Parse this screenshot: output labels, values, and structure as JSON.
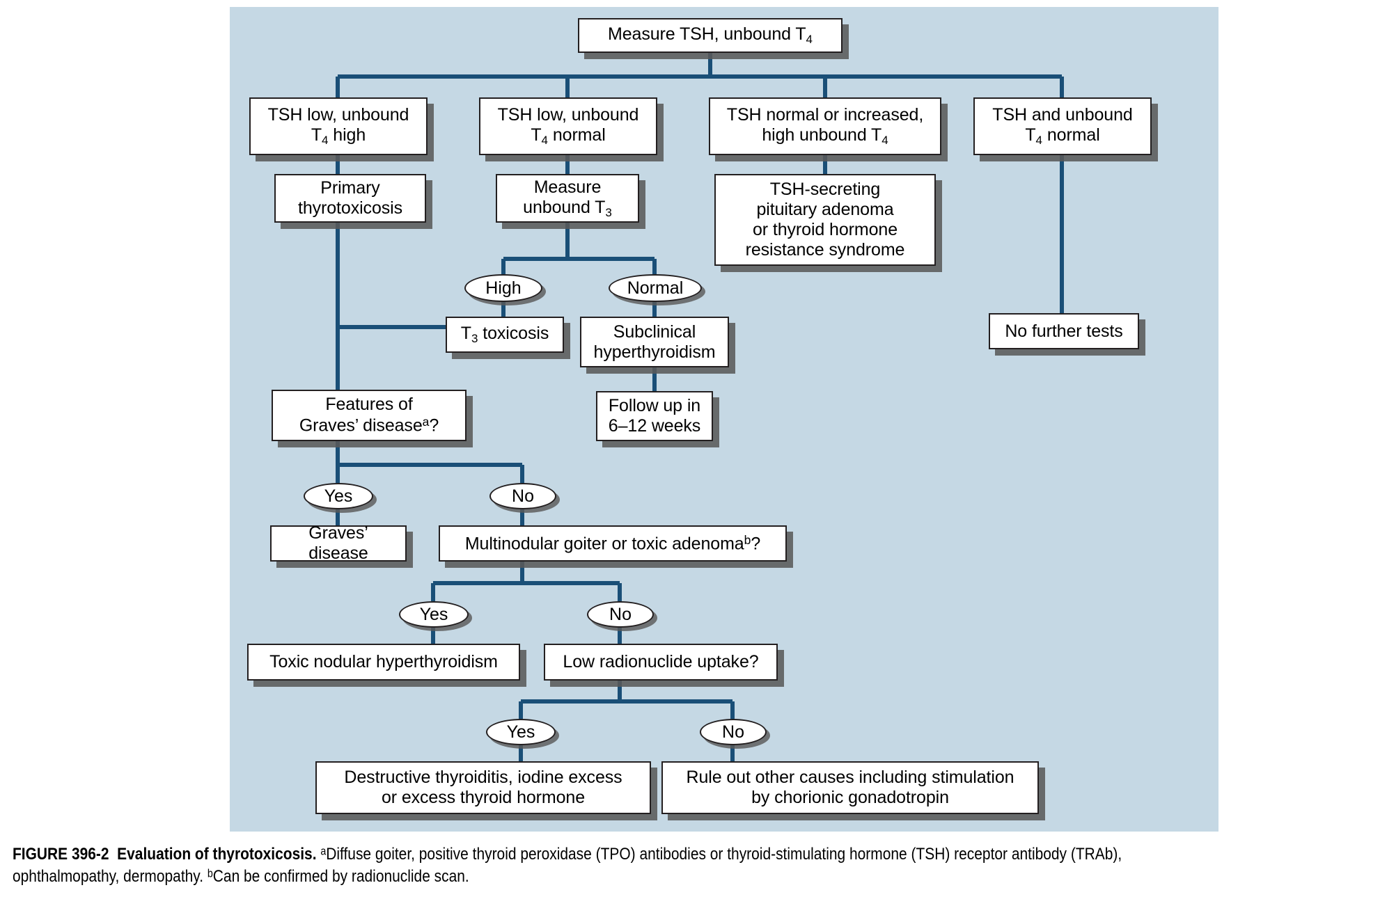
{
  "figure": {
    "panel_color": "#c5d8e4",
    "line_color": "#1a4f77",
    "box_border_color": "#231f20",
    "caption": {
      "label": "FIGURE 396-2",
      "title": "Evaluation of thyrotoxicosis.",
      "note_a_marker": "a",
      "note_a": "Diffuse goiter, positive thyroid peroxidase (TPO) antibodies or thyroid-stimulating hormone (TSH) receptor antibody (TRAb), ophthalmopathy, dermopathy.",
      "note_b_marker": "b",
      "note_b": "Can be confirmed by radionuclide scan."
    }
  },
  "nodes": {
    "root": {
      "line1": "Measure TSH, unbound T",
      "sub1": "4"
    },
    "branch_low_high": {
      "line1": "TSH low, unbound",
      "line2_pre": "T",
      "line2_sub": "4",
      "line2_post": " high"
    },
    "branch_low_normal": {
      "line1": "TSH low, unbound",
      "line2_pre": "T",
      "line2_sub": "4",
      "line2_post": " normal"
    },
    "branch_normal_high": {
      "line1": "TSH normal or increased,",
      "line2_pre": "high unbound T",
      "line2_sub": "4",
      "line2_post": ""
    },
    "branch_both_normal": {
      "line1": "TSH and unbound",
      "line2_pre": "T",
      "line2_sub": "4",
      "line2_post": " normal"
    },
    "primary_thyrotoxicosis": {
      "line1": "Primary",
      "line2": "thyrotoxicosis"
    },
    "measure_t3": {
      "line1": "Measure",
      "line2_pre": "unbound T",
      "line2_sub": "3"
    },
    "pituitary_adenoma": {
      "line1": "TSH-secreting",
      "line2": "pituitary adenoma",
      "line3": "or thyroid hormone",
      "line4": "resistance syndrome"
    },
    "no_further_tests": {
      "line1": "No further tests"
    },
    "t3_toxicosis": {
      "pre": "T",
      "sub": "3",
      "post": " toxicosis"
    },
    "subclinical_hyper": {
      "line1": "Subclinical",
      "line2": "hyperthyroidism"
    },
    "follow_up": {
      "line1": "Follow up in",
      "line2": "6–12 weeks"
    },
    "features_graves": {
      "line1": "Features of",
      "line2_pre": "Graves’ disease",
      "line2_sup": "a",
      "line2_post": "?"
    },
    "graves_disease": {
      "line1": "Graves’ disease"
    },
    "multinodular": {
      "pre": "Multinodular goiter or toxic adenoma",
      "sup": "b",
      "post": "?"
    },
    "toxic_nodular": {
      "line1": "Toxic nodular hyperthyroidism"
    },
    "low_uptake": {
      "line1": "Low radionuclide uptake?"
    },
    "destructive": {
      "line1": "Destructive thyroiditis, iodine excess",
      "line2": "or excess thyroid hormone"
    },
    "rule_out": {
      "line1": "Rule out other causes including stimulation",
      "line2": "by chorionic gonadotropin"
    }
  },
  "pills": {
    "high": "High",
    "normal": "Normal",
    "graves_yes": "Yes",
    "graves_no": "No",
    "nodular_yes": "Yes",
    "nodular_no": "No",
    "uptake_yes": "Yes",
    "uptake_no": "No"
  }
}
